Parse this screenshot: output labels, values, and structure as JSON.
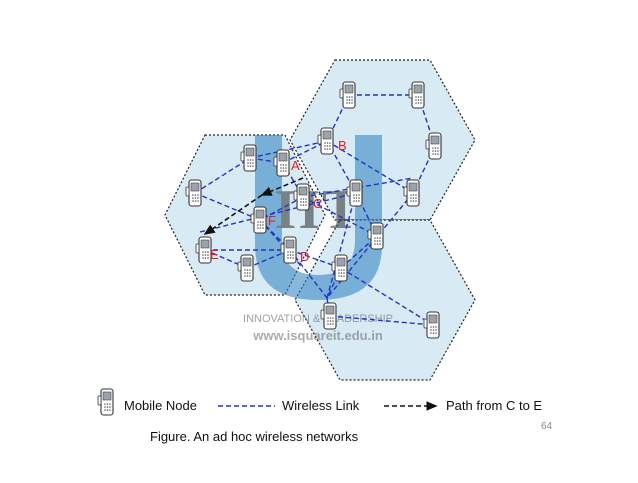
{
  "watermark": {
    "logo_text": "IIT",
    "tagline": "INNOVATION & LEADERSHIP",
    "url": "www.isquareit.edu.in"
  },
  "node_labels": {
    "A": "A",
    "B": "B",
    "C": "C",
    "D": "D",
    "E": "E",
    "F": "F"
  },
  "legend": {
    "mobile_node": "Mobile Node",
    "wireless_link": "Wireless Link",
    "path": "Path from C to E"
  },
  "caption": "Figure. An ad hoc wireless networks",
  "page_number": "64",
  "colors": {
    "cell_fill": "#d8ebf4",
    "cell_border": "#222222",
    "link": "#2233cc",
    "path": "#111111",
    "label": "#e02020",
    "watermark": "#2b7fbf"
  },
  "icons": {
    "node": "mobile-phone-icon"
  }
}
